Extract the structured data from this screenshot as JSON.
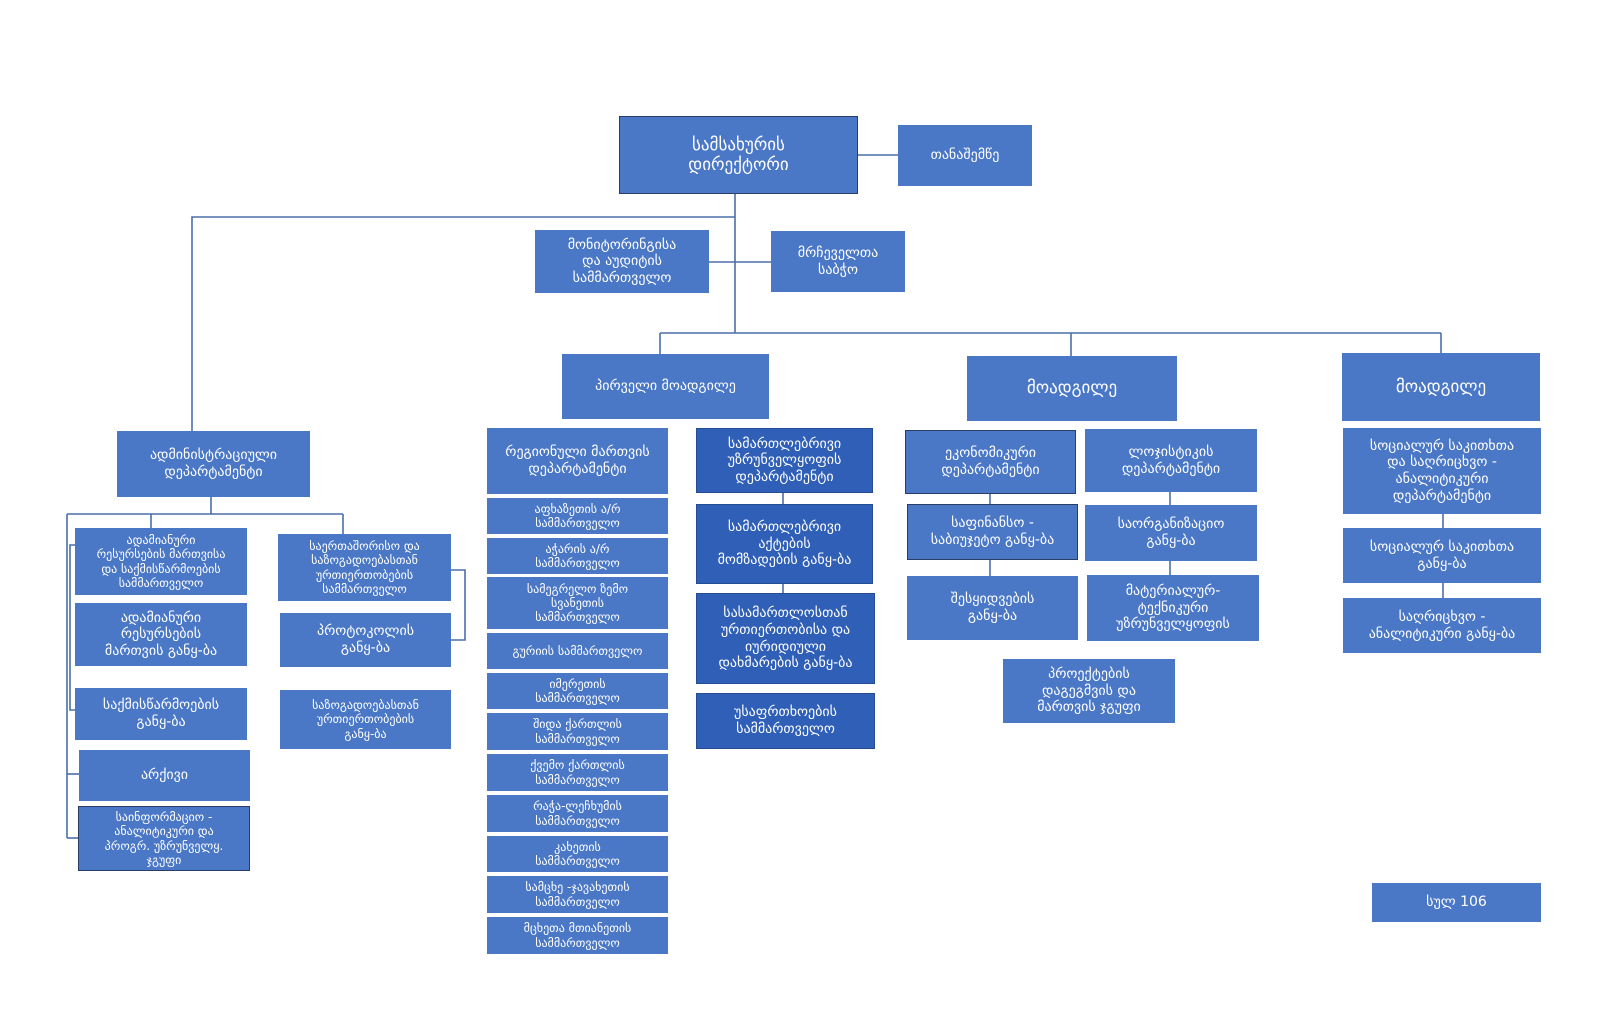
{
  "colors": {
    "box": "#4a78c6",
    "box_dark": "#2f5fb6",
    "line": "#4a6fa8",
    "background": "#ffffff"
  },
  "org": {
    "director": "სამსახურის\nდირექტორი",
    "assistant": "თანაშემწე",
    "monitoring": "მონიტორინგისა\nდა აუდიტის\nსამმართველო",
    "advisory": "მრჩეველთა\nსაბჭო",
    "first_deputy": "პირველი მოადგილე",
    "deputy_1": "მოადგილე",
    "deputy_2": "მოადგილე",
    "admin_dept": "ადმინისტრაციული\nდეპარტამენტი",
    "hr": "ადამიანური\nრესურსების მართვისა\nდა საქმისწარმოების\nსამმართველო",
    "hr_div": "ადამიანური\nრესურსების\nმართვის განყ-ბა",
    "records": "საქმისწარმოების\nგანყ-ბა",
    "archive": "არქივი",
    "info_group": "საინფორმაციო -\nანალიტიკური და\nპროგრ. უზრუნველყ.\nჯგუფი",
    "intl": "საერთაშორისო და\nსაზოგადოებასთან\nურთიერთობების\nსამმართველო",
    "protocol": "პროტოკოლის\nგანყ-ბა",
    "public": "საზოგადოებასთან\nურთიერთობების\nგანყ-ბა",
    "regional": "რეგიონული მართვის\nდეპარტამენტი",
    "regions": [
      "აფხაზეთის ა/რ\nსამმართველო",
      "აჭარის ა/რ\nსამმართველო",
      "სამეგრელო ზემო\nსვანეთის\nსამმართველო",
      "გურიის სამმართველო",
      "იმერეთის\nსამმართველო",
      "შიდა ქართლის\nსამმართველო",
      "ქვემო ქართლის\nსამმართველო",
      "რაჭა-ლეჩხუმის\nსამმართველო",
      "კახეთის\nსამმართველო",
      "სამცხე -ჯავახეთის\nსამმართველო",
      "მცხეთა მთიანეთის\nსამმართველო"
    ],
    "legal_dept": "სამართლებრივი\nუზრუნველყოფის\nდეპარტამენტი",
    "legal_acts": "სამართლებრივი\nაქტების\nმომზადების განყ-ბა",
    "court_div": "სასამართლოსთან\nურთიერთობისა და\nიურიდიული\nდახმარების განყ-ბა",
    "security": "უსაფრთხოების\nსამმართველო",
    "econ_dept": "ეკონომიკური\nდეპარტამენტი",
    "finance": "საფინანსო -\nსაბიუჯეტო განყ-ბა",
    "procurement": "შესყიდვების\nგანყ-ბა",
    "logistics_dept": "ლოჯისტიკის\nდეპარტამენტი",
    "org_div": "საორგანიზაციო\nგანყ-ბა",
    "material": "მატერიალურ-\nტექნიკური\nუზრუნველყოფის",
    "projects": "პროექტების\nდაგეგმვის და\nმართვის ჯგუფი",
    "social_dept": "სოციალურ საკითხთა\nდა საღრიცხვო -\nანალიტიკური\nდეპარტამენტი",
    "social_div": "სოციალურ საკითხთა\nგანყ-ბა",
    "accounting": "საღრიცხვო -\nანალიტიკური განყ-ბა",
    "staff": "სულ 106"
  }
}
